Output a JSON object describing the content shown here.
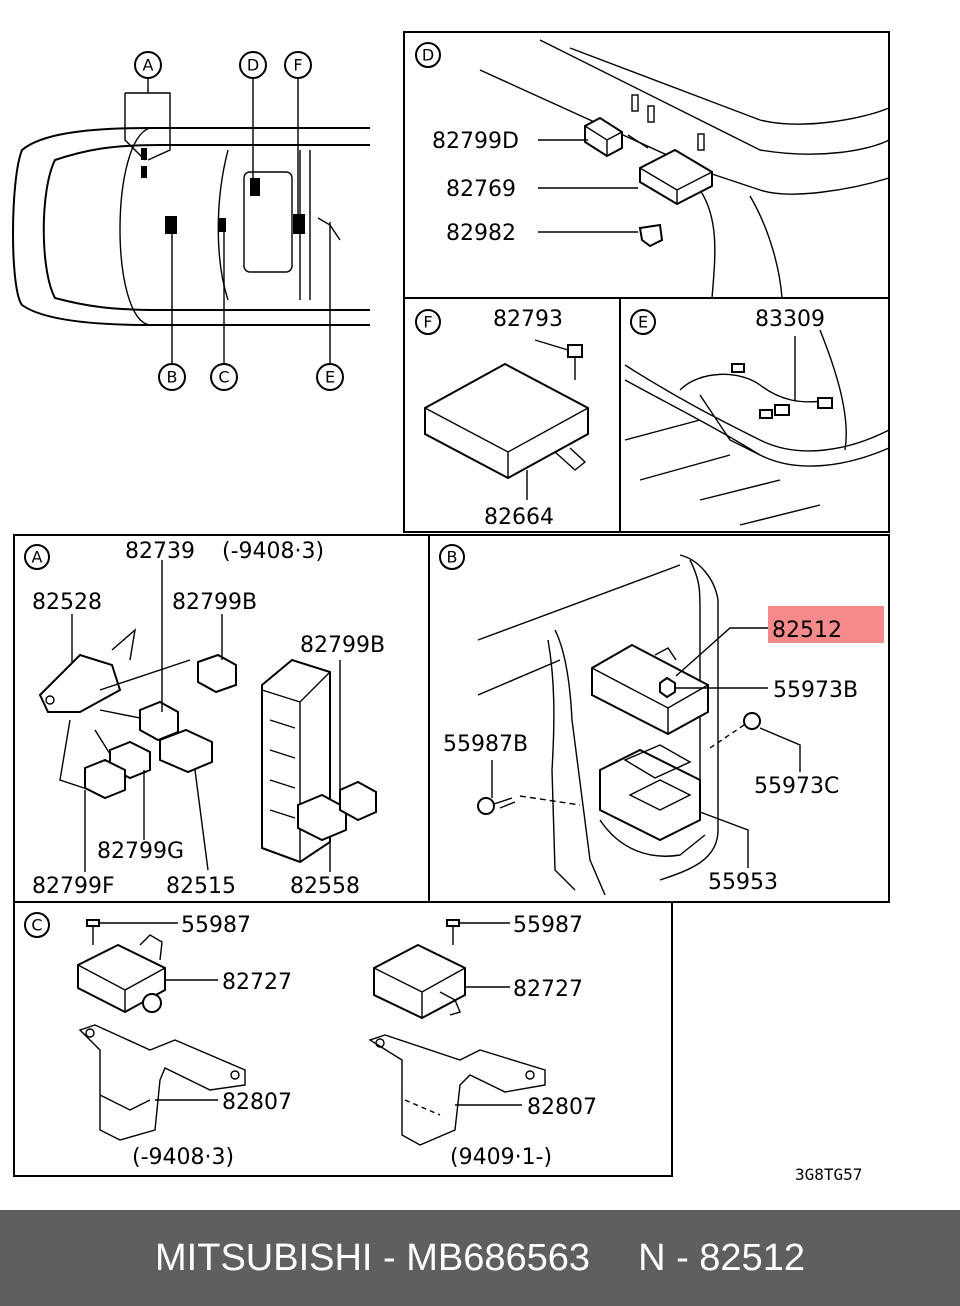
{
  "overview": {
    "callouts": [
      "A",
      "D",
      "F",
      "B",
      "C",
      "E"
    ]
  },
  "panel_d": {
    "letter": "D",
    "parts": [
      "82799D",
      "82769",
      "82982"
    ]
  },
  "panel_f": {
    "letter": "F",
    "parts": [
      "82793",
      "82664"
    ]
  },
  "panel_e": {
    "letter": "E",
    "parts": [
      "83309"
    ]
  },
  "panel_a": {
    "letter": "A",
    "parts": [
      "82739",
      "(-9408·3)",
      "82528",
      "82799B",
      "82799B",
      "82799G",
      "82799F",
      "82515",
      "82558"
    ]
  },
  "panel_b": {
    "letter": "B",
    "highlight_part": "82512",
    "highlight_color": "#f58a8a",
    "parts": [
      "55973B",
      "55987B",
      "55973C",
      "55953"
    ]
  },
  "panel_c": {
    "letter": "C",
    "parts": [
      "55987",
      "82727",
      "82807",
      "(-9408·3)",
      "55987",
      "82727",
      "82807",
      "(9409·1-)"
    ]
  },
  "diagram_code": "3G8TG57",
  "footer": {
    "brand": "MITSUBISHI",
    "sep": " - ",
    "part_number": "MB686563",
    "ref": "N - 82512",
    "background": "#5f5f5f"
  }
}
